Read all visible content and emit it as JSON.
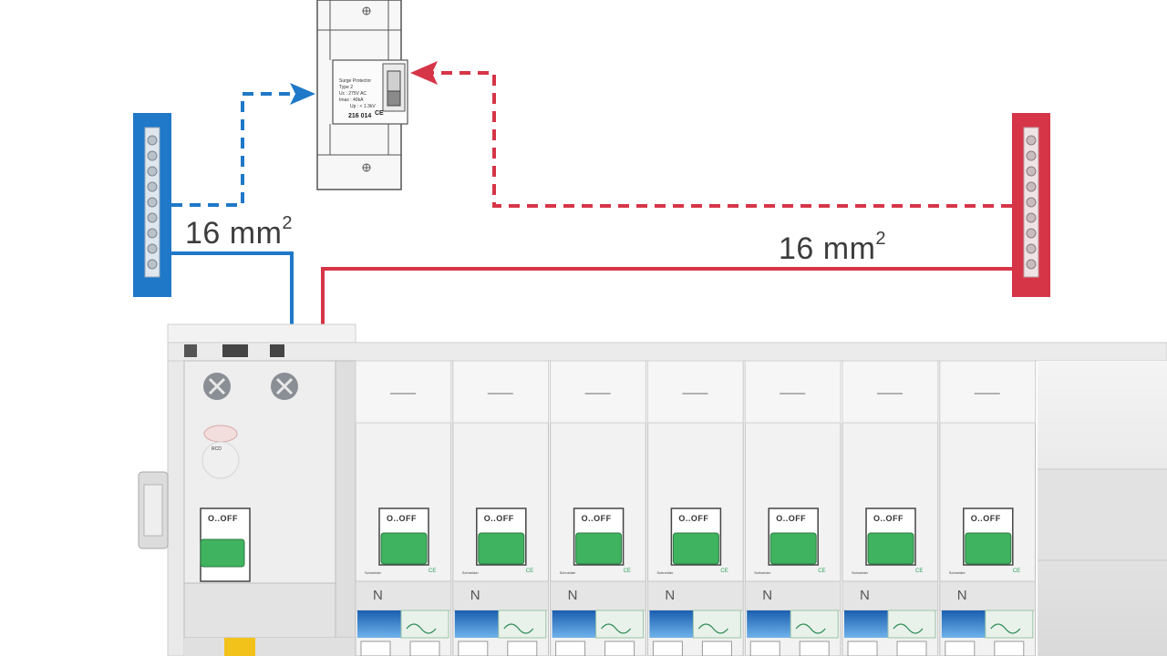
{
  "diagram": {
    "earth_label": {
      "value": "16 mm",
      "superscript": "2"
    },
    "phase_label": {
      "value": "16 mm",
      "superscript": "2"
    },
    "surge_protector": {
      "lines": [
        "Surge Protector",
        "Type 2",
        "Uc : 275V AC",
        "Imax : 40kA",
        "Up : < 1.3kV"
      ],
      "ref": "216 014",
      "ce": "CE"
    },
    "main_switch": {
      "label": "O..OFF",
      "tag": "RCD"
    },
    "breakers": [
      {
        "label": "O..OFF",
        "neutral": "N",
        "brand": "Schneider",
        "ce": "CE"
      },
      {
        "label": "O..OFF",
        "neutral": "N",
        "brand": "Schneider",
        "ce": "CE"
      },
      {
        "label": "O..OFF",
        "neutral": "N",
        "brand": "Schneider",
        "ce": "CE"
      },
      {
        "label": "O..OFF",
        "neutral": "N",
        "brand": "Schneider",
        "ce": "CE"
      },
      {
        "label": "O..OFF",
        "neutral": "N",
        "brand": "Schneider",
        "ce": "CE"
      },
      {
        "label": "O..OFF",
        "neutral": "N",
        "brand": "Schneider",
        "ce": "CE"
      },
      {
        "label": "O..OFF",
        "neutral": "N",
        "brand": "Schneider",
        "ce": "CE"
      }
    ],
    "colors": {
      "earth_blue": "#1f78c8",
      "phase_red": "#d63548",
      "switch_green": "#3fb35f",
      "panel_grey": "#e6e6e6"
    }
  }
}
